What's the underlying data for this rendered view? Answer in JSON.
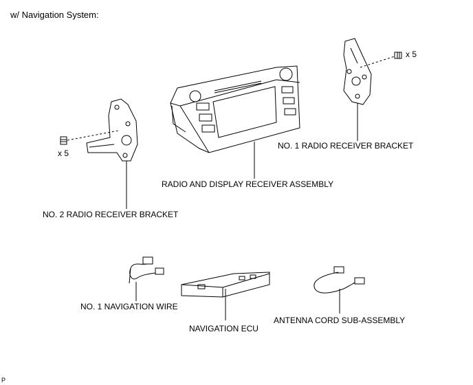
{
  "header": {
    "title": "w/ Navigation System:"
  },
  "labels": {
    "no1_bracket": "NO. 1 RADIO RECEIVER BRACKET",
    "receiver": "RADIO AND DISPLAY RECEIVER ASSEMBLY",
    "no2_bracket": "NO. 2 RADIO RECEIVER BRACKET",
    "nav_wire": "NO. 1 NAVIGATION WIRE",
    "nav_ecu": "NAVIGATION ECU",
    "antenna": "ANTENNA CORD SUB-ASSEMBLY"
  },
  "quantities": {
    "left_screws": "x 5",
    "right_screws": "x 5"
  },
  "footer": {
    "code": "P"
  }
}
